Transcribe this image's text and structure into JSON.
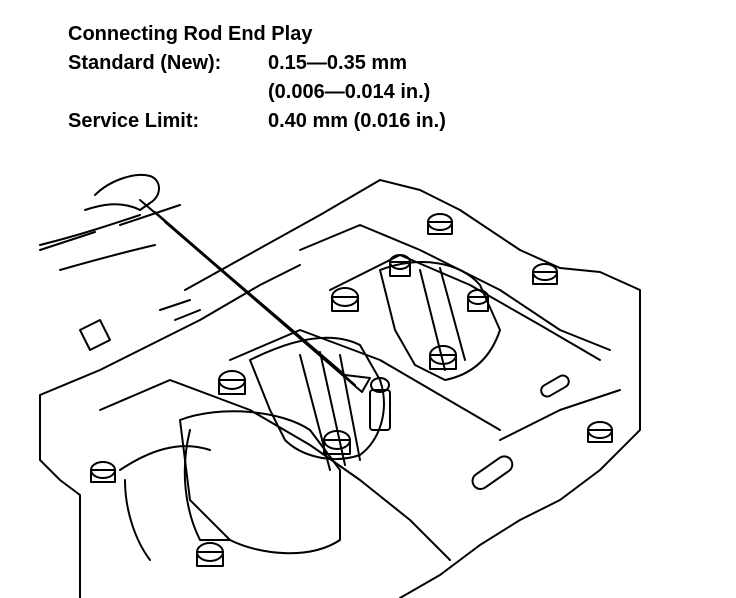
{
  "spec": {
    "title": "Connecting Rod End Play",
    "standard_label": "Standard (New):",
    "standard_value": "0.15—0.35 mm",
    "standard_value_in": "(0.006—0.014 in.)",
    "service_label": "Service Limit:",
    "service_value": "0.40 mm (0.016 in.)"
  },
  "illustration": {
    "subject": "feeler gauge measuring connecting rod end play on engine block",
    "color": "#000000"
  }
}
